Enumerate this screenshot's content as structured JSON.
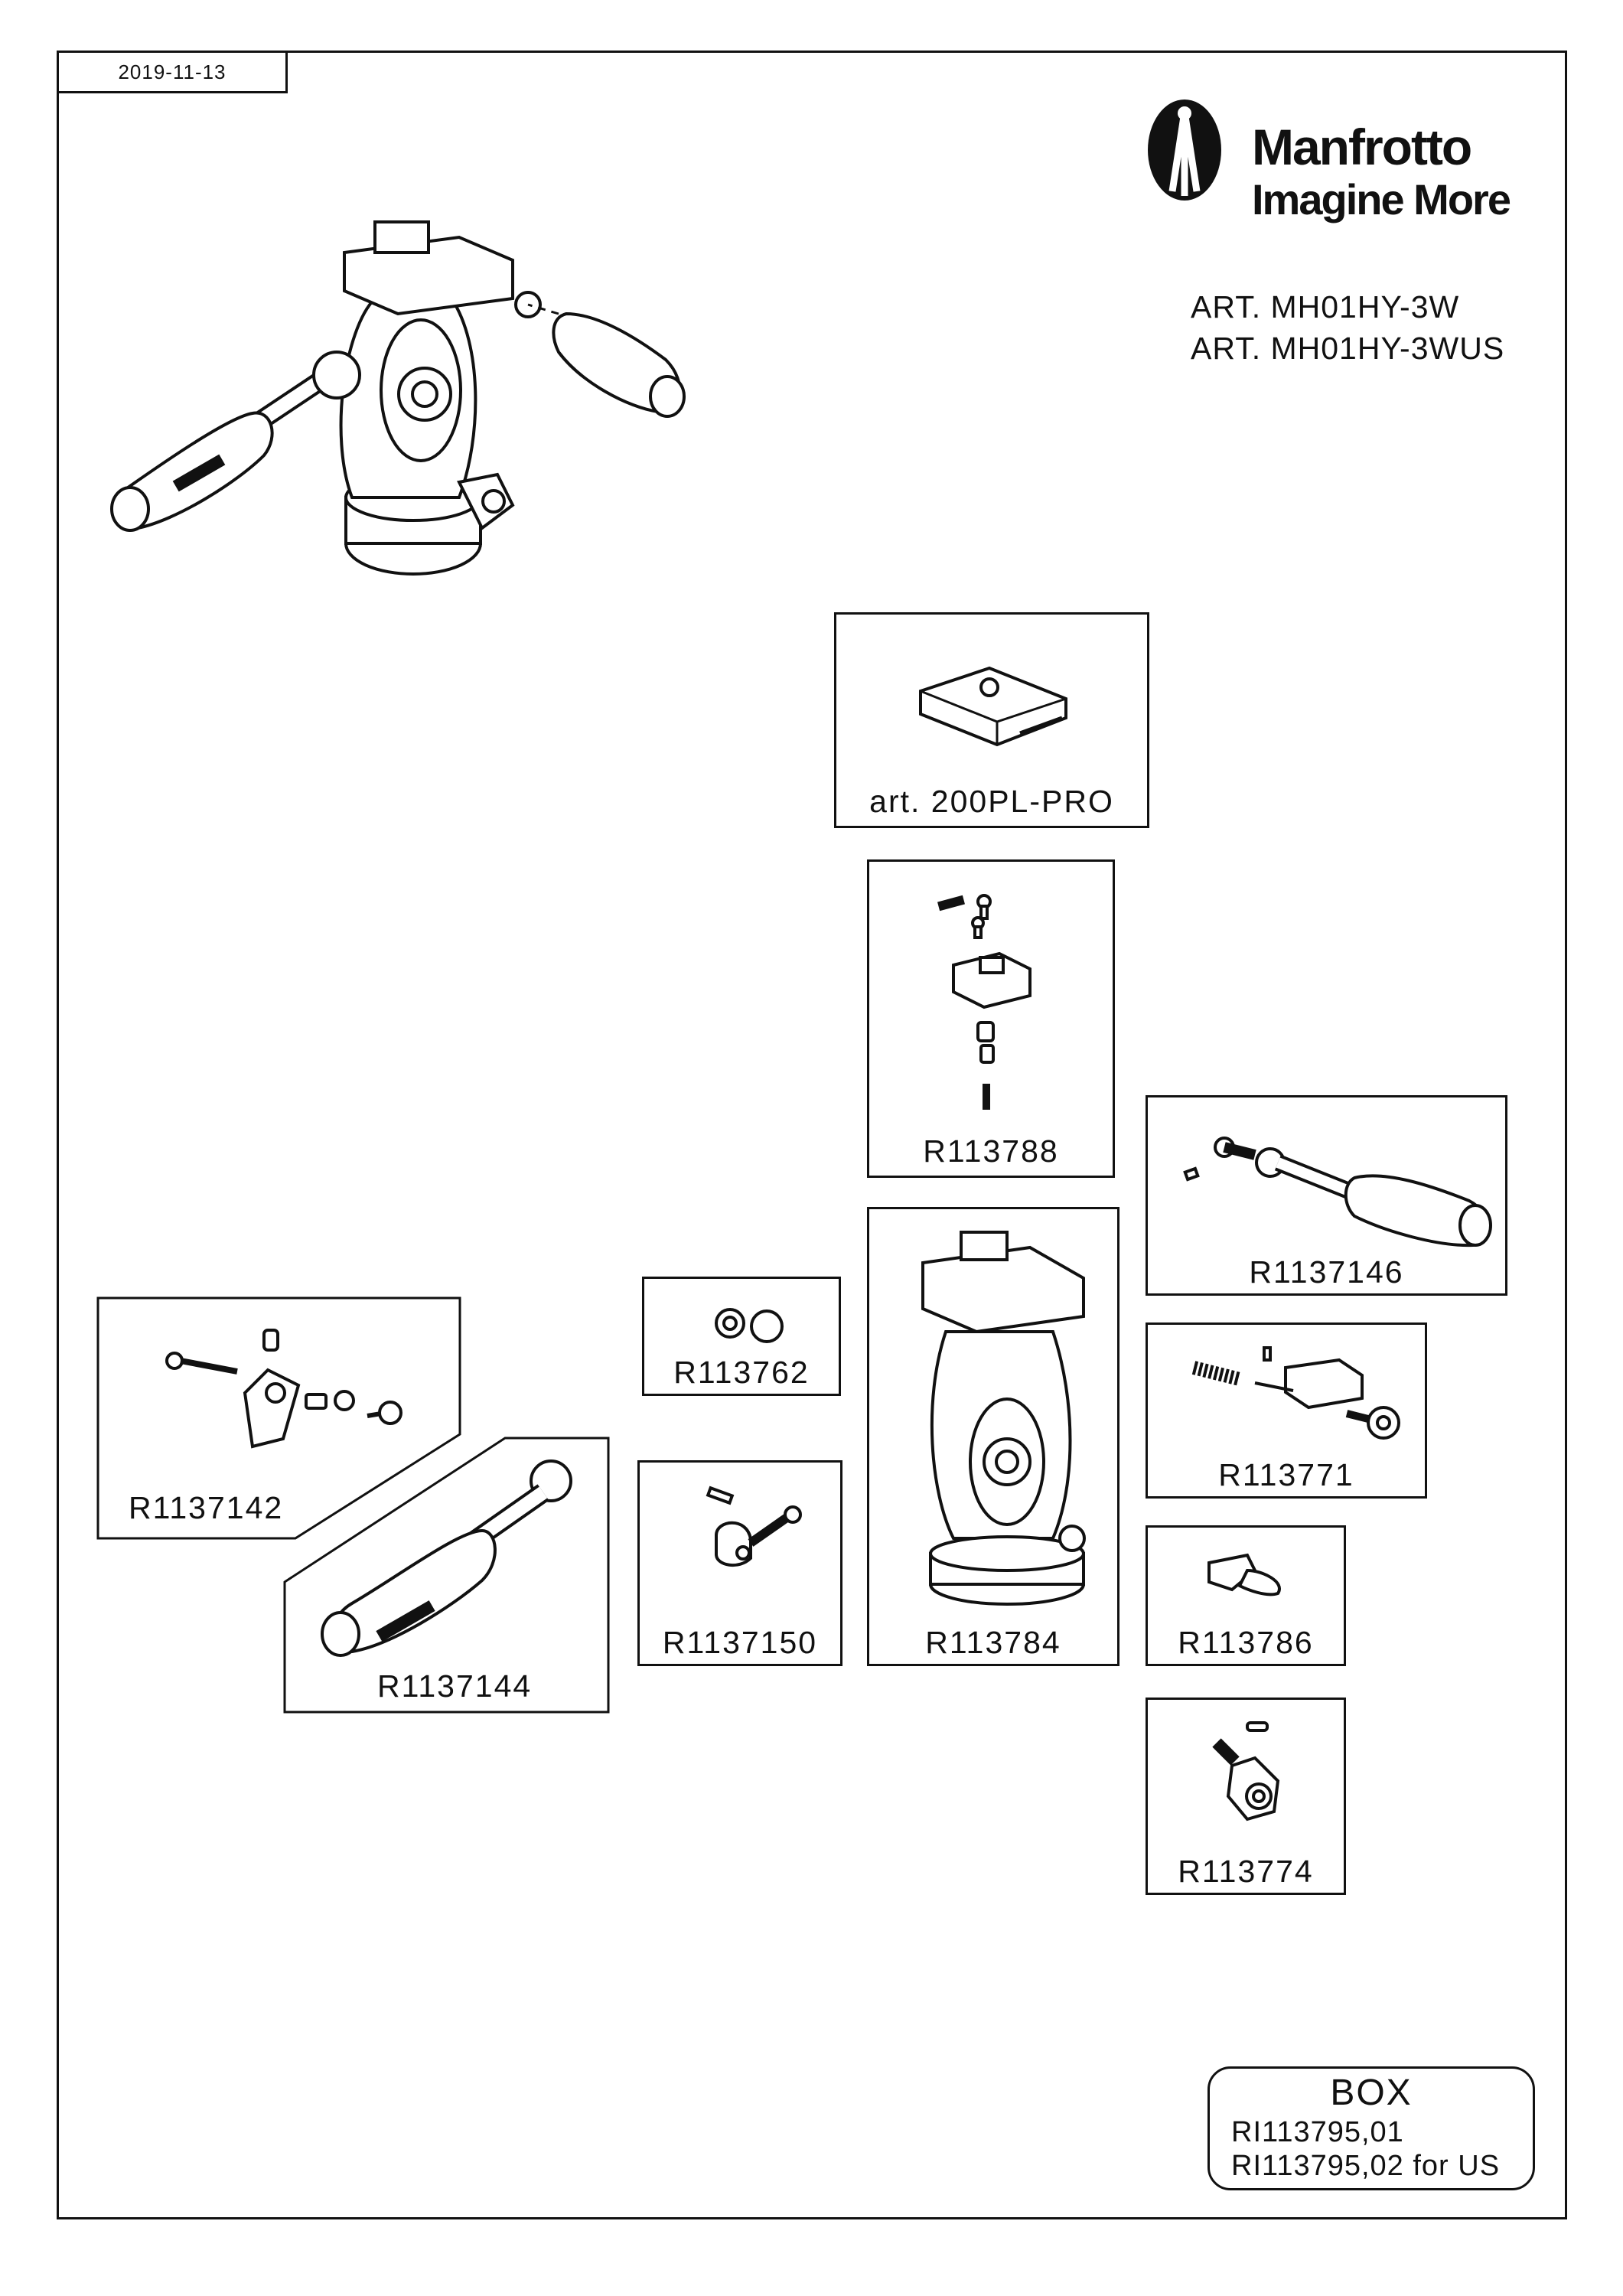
{
  "header": {
    "date": "2019-11-13"
  },
  "brand": {
    "name": "Manfrotto",
    "tagline": "Imagine More",
    "logo_icon": "manfrotto-logo-icon"
  },
  "articles": [
    "ART. MH01HY-3W",
    "ART. MH01HY-3WUS"
  ],
  "parts": {
    "p200plpro": "art. 200PL-PRO",
    "r113788": "R113788",
    "r1137146": "R1137146",
    "r113762": "R113762",
    "r113784": "R113784",
    "r1137142": "R1137142",
    "r113771": "R113771",
    "r1137150": "R1137150",
    "r113786": "R113786",
    "r1137144": "R1137144",
    "r113774": "R113774"
  },
  "box": {
    "title": "BOX",
    "line1": "RI113795,01",
    "line2": "RI113795,02 for US"
  }
}
